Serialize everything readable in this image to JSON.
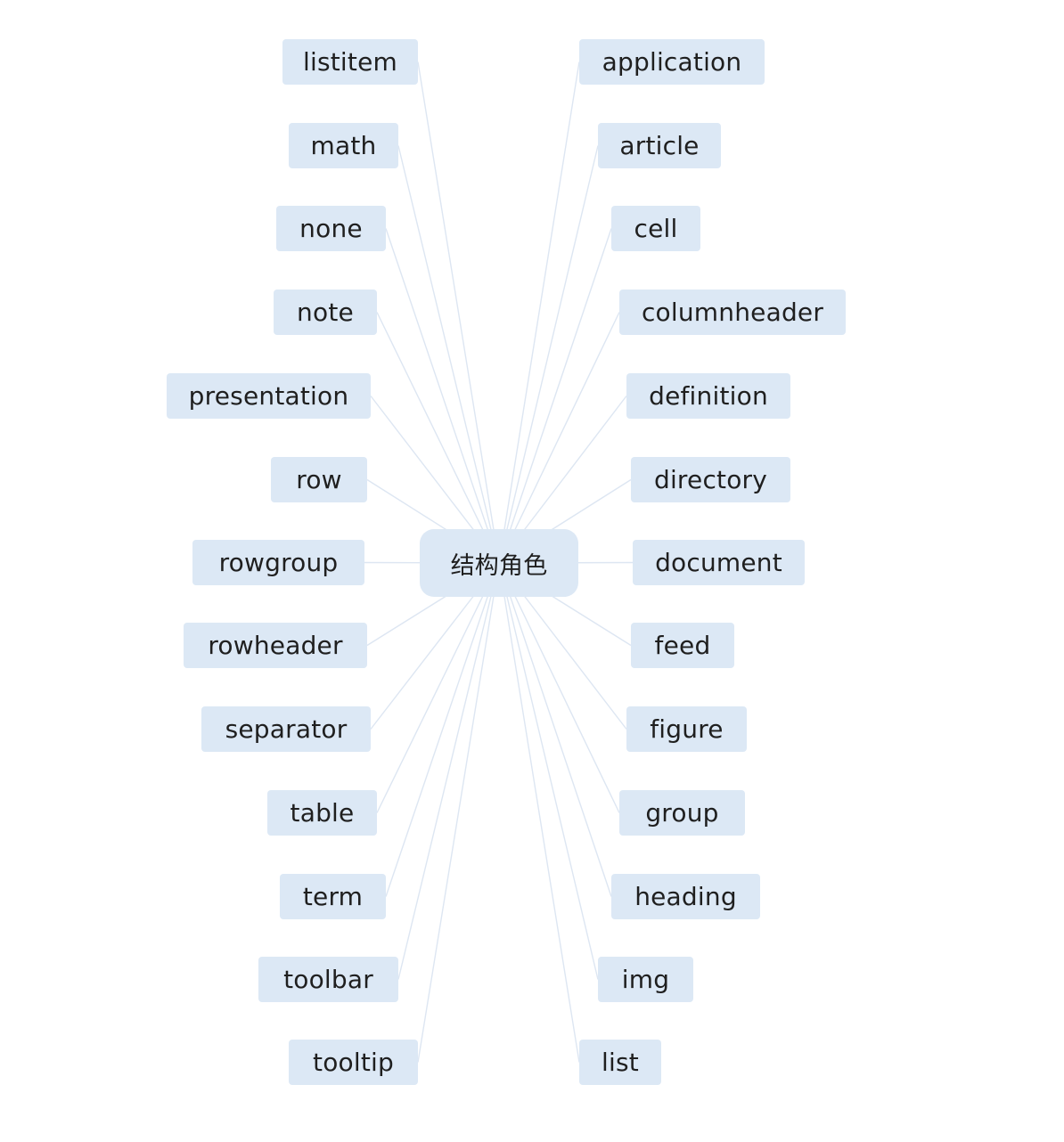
{
  "center": {
    "label": "结构角色"
  },
  "left_nodes": [
    {
      "label": "listitem"
    },
    {
      "label": "math"
    },
    {
      "label": "none"
    },
    {
      "label": "note"
    },
    {
      "label": "presentation"
    },
    {
      "label": "row"
    },
    {
      "label": "rowgroup"
    },
    {
      "label": "rowheader"
    },
    {
      "label": "separator"
    },
    {
      "label": "table"
    },
    {
      "label": "term"
    },
    {
      "label": "toolbar"
    },
    {
      "label": "tooltip"
    }
  ],
  "right_nodes": [
    {
      "label": "application"
    },
    {
      "label": "article"
    },
    {
      "label": "cell"
    },
    {
      "label": "columnheader"
    },
    {
      "label": "definition"
    },
    {
      "label": "directory"
    },
    {
      "label": "document"
    },
    {
      "label": "feed"
    },
    {
      "label": "figure"
    },
    {
      "label": "group"
    },
    {
      "label": "heading"
    },
    {
      "label": "img"
    },
    {
      "label": "list"
    }
  ],
  "colors": {
    "node_fill": "#dce8f5",
    "connector": "#dde6f2",
    "text": "#1f1f1f",
    "background": "#ffffff"
  }
}
